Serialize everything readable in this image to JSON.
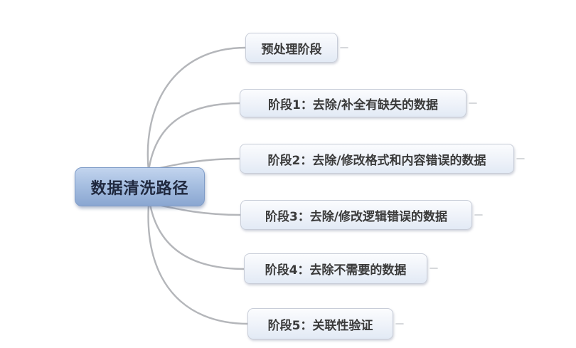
{
  "diagram": {
    "type": "mindmap",
    "root": {
      "label": "数据清洗路径"
    },
    "children": [
      {
        "label": "预处理阶段"
      },
      {
        "label": "阶段1：去除/补全有缺失的数据"
      },
      {
        "label": "阶段2：去除/修改格式和内容错误的数据"
      },
      {
        "label": "阶段3：去除/修改逻辑错误的数据"
      },
      {
        "label": "阶段4：去除不需要的数据"
      },
      {
        "label": "阶段5：关联性验证"
      }
    ],
    "colors": {
      "background": "#ffffff",
      "root_fill_top": "#c2d4ee",
      "root_fill_bottom": "#8aa6d1",
      "root_border": "#7f9cc7",
      "root_text": "#20293f",
      "child_fill_top": "#fbfcfe",
      "child_fill_bottom": "#e2eaf5",
      "child_border": "#c8cdd8",
      "child_text": "#3a3a3a",
      "connector": "#b4b6ba"
    }
  }
}
